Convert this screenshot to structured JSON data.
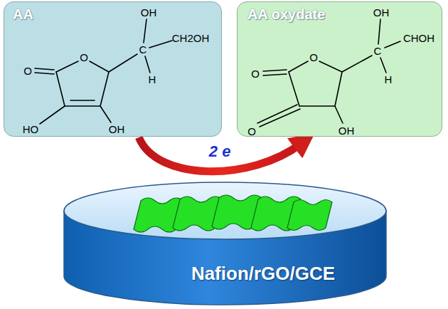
{
  "diagram": {
    "nodes": [
      {
        "text": [
          "AA"
        ]
      },
      {
        "text": [
          "AA oxydate"
        ]
      },
      {
        "text": [
          "Nafion/rGO/GCE"
        ]
      }
    ],
    "edges": [
      {
        "from": 0,
        "to": 1,
        "arrow": "to",
        "label": "2 e"
      }
    ],
    "labels": [
      "O",
      "O",
      "OH",
      "C",
      "H",
      "CH2OH",
      "HO",
      "OH",
      "O",
      "O",
      "OH",
      "C",
      "H",
      "CHOH",
      "O",
      "OH"
    ]
  }
}
